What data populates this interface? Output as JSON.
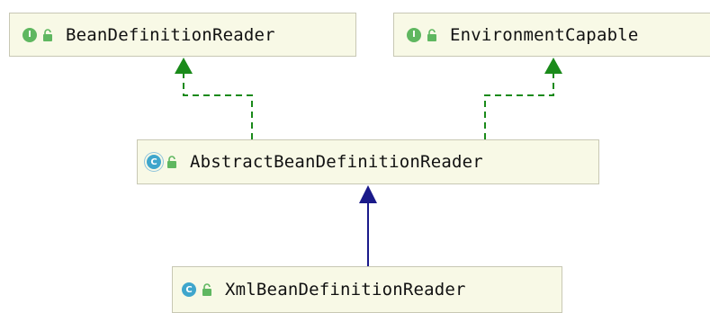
{
  "diagram": {
    "nodes": [
      {
        "id": "bean-definition-reader",
        "label": "BeanDefinitionReader",
        "kind": "interface",
        "kind_glyph": "I",
        "kind_icon": "interface-icon"
      },
      {
        "id": "environment-capable",
        "label": "EnvironmentCapable",
        "kind": "interface",
        "kind_glyph": "I",
        "kind_icon": "interface-icon"
      },
      {
        "id": "abstract-bean-definition-reader",
        "label": "AbstractBeanDefinitionReader",
        "kind": "abstract-class",
        "kind_glyph": "C",
        "kind_icon": "abstract-class-icon"
      },
      {
        "id": "xml-bean-definition-reader",
        "label": "XmlBeanDefinitionReader",
        "kind": "class",
        "kind_glyph": "C",
        "kind_icon": "class-icon"
      }
    ],
    "edges": [
      {
        "from": "abstract-bean-definition-reader",
        "to": "bean-definition-reader",
        "type": "implements",
        "style": "dashed",
        "color": "#1a8a1a"
      },
      {
        "from": "abstract-bean-definition-reader",
        "to": "environment-capable",
        "type": "implements",
        "style": "dashed",
        "color": "#1a8a1a"
      },
      {
        "from": "xml-bean-definition-reader",
        "to": "abstract-bean-definition-reader",
        "type": "extends",
        "style": "solid",
        "color": "#1a1a8a"
      }
    ],
    "colors": {
      "node_fill": "#f8f9e6",
      "interface_icon": "#5fb760",
      "class_icon": "#3fa6cc",
      "visibility_icon": "#5fb760"
    },
    "visibility_icon": "unlocked-icon"
  }
}
